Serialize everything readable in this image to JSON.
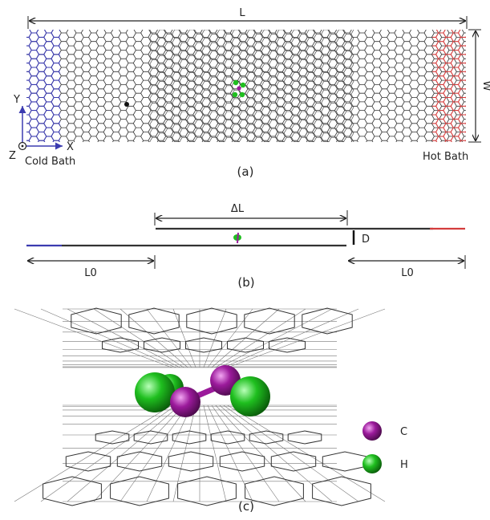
{
  "panel_a": {
    "label": "(a)",
    "length_label": "L",
    "width_label": "W",
    "cold_bath_label": "Cold Bath",
    "hot_bath_label": "Hot Bath",
    "axis_y": "Y",
    "axis_x": "X",
    "axis_z": "Z"
  },
  "panel_b": {
    "label": "(b)",
    "delta_label": "ΔL",
    "gap_label": "D",
    "left_lead_label": "L0",
    "right_lead_label": "L0"
  },
  "panel_c": {
    "label": "(c)",
    "legend": [
      {
        "symbol": "C",
        "color": "#9b1a9b"
      },
      {
        "symbol": "H",
        "color": "#1fbf1f"
      }
    ]
  },
  "colors": {
    "cold_bath": "#3b3bb0",
    "hot_bath": "#d43c3c",
    "lattice": "#333333",
    "carbon": "#9b1a9b",
    "hydrogen": "#1fbf1f"
  }
}
